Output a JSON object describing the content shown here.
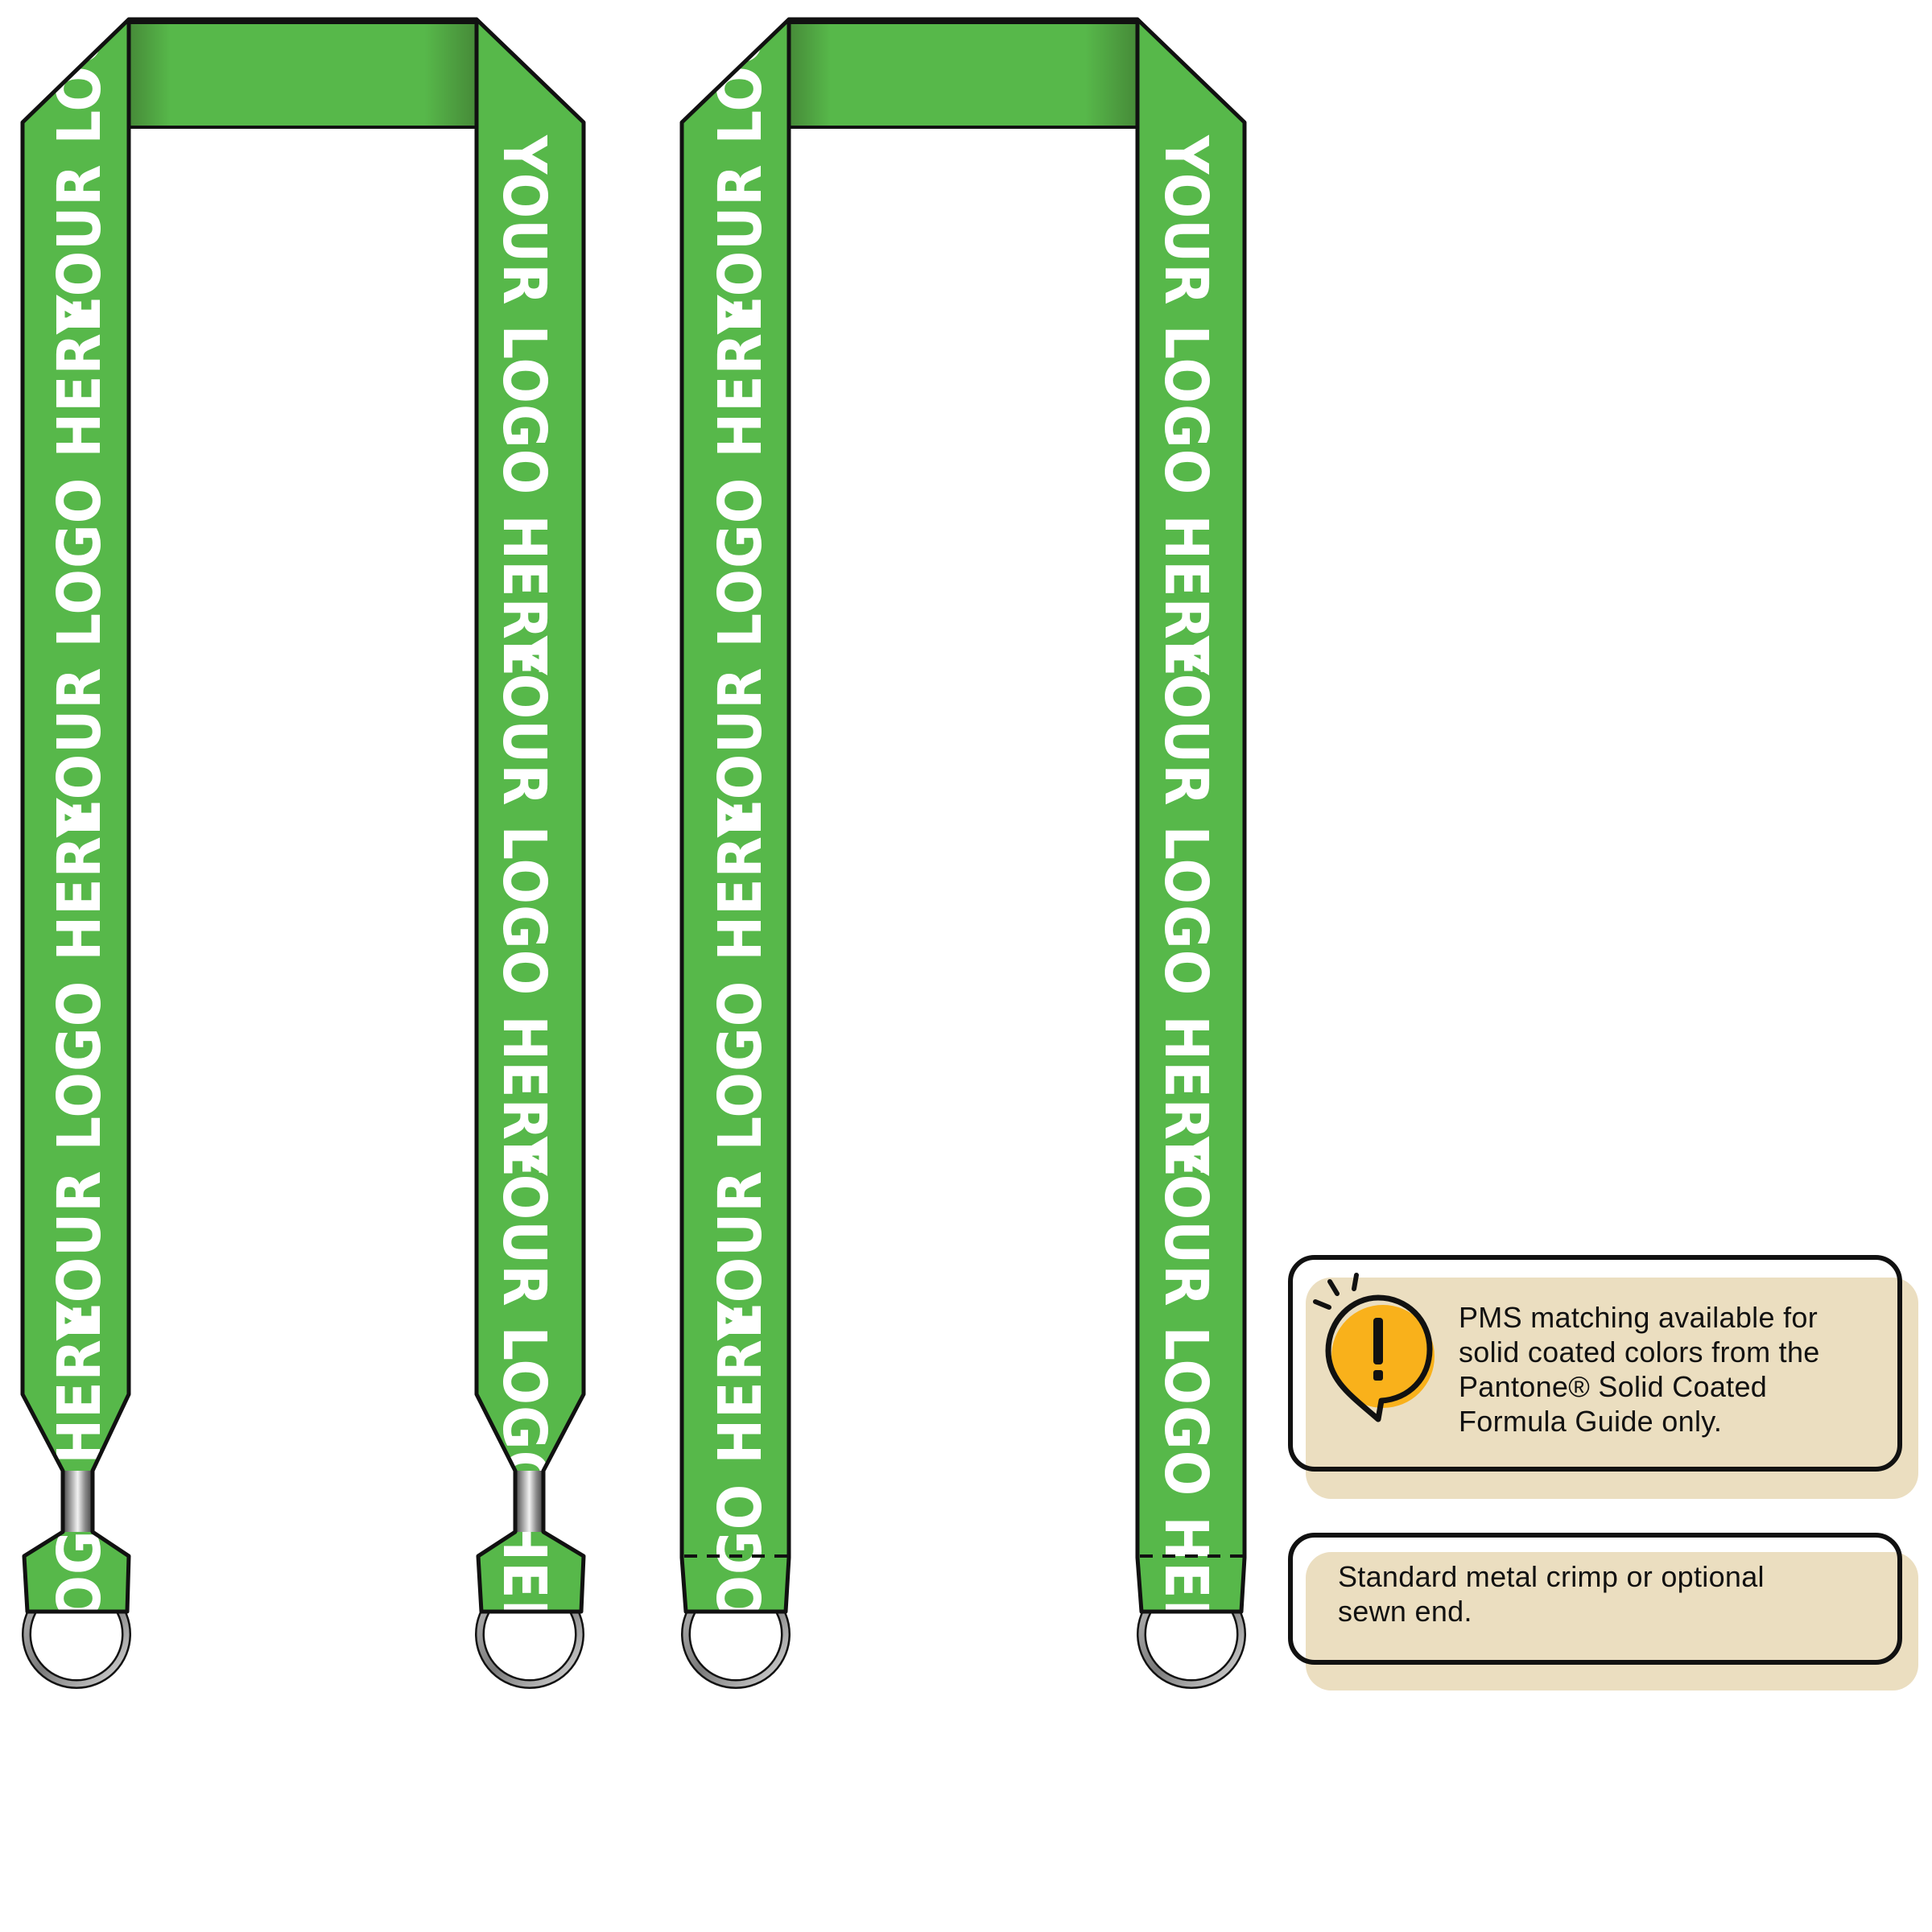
{
  "colors": {
    "lanyard_green": "#57b84a",
    "lanyard_shadow": "#468a38",
    "logo_text": "#ffffff",
    "outline": "#111111",
    "note_bg": "#ebdec0",
    "warning_yellow": "#f9b11b",
    "metal_light": "#e6e6e6",
    "metal_dark": "#555555"
  },
  "lanyards": [
    {
      "id": "lanyard-crimp",
      "end_type": "metal crimp",
      "logo_text": "YOUR LOGO HERE"
    },
    {
      "id": "lanyard-sewn",
      "end_type": "sewn end",
      "logo_text": "YOUR LOGO HERE"
    }
  ],
  "logo": {
    "text": "YOUR LOGO HERE"
  },
  "notes": {
    "pms": {
      "icon": "warning-exclamation-icon",
      "lines": [
        "PMS matching available for",
        "solid coated colors from the",
        "Pantone® Solid Coated",
        "Formula Guide only."
      ]
    },
    "attachment": {
      "lines": [
        "Standard metal crimp or optional",
        "sewn end."
      ]
    }
  }
}
